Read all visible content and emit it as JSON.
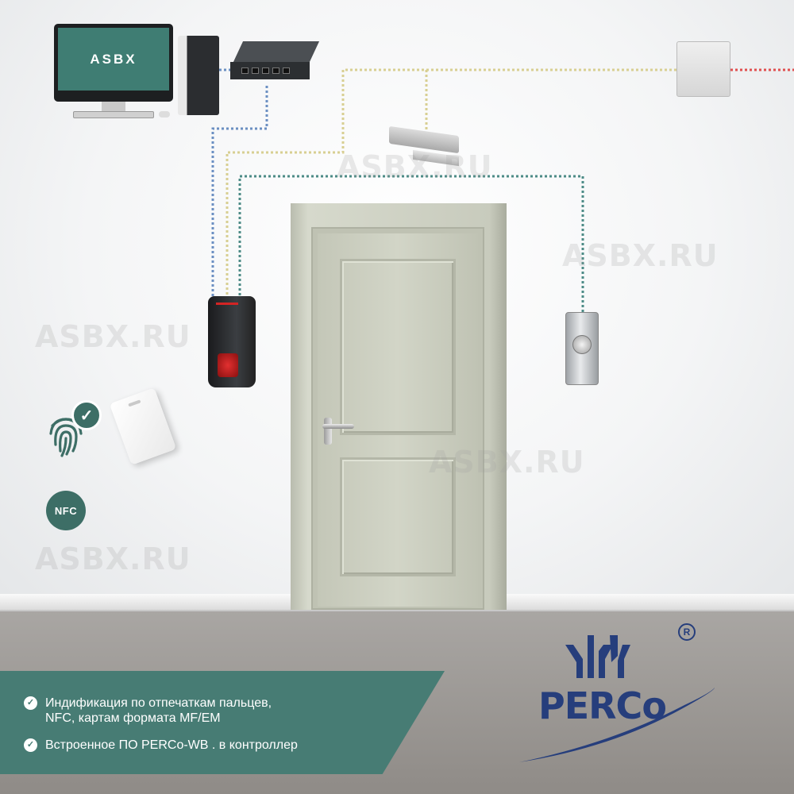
{
  "monitor": {
    "screen_text": "ASBX"
  },
  "watermarks": [
    "ASBX.RU",
    "ASBX.RU",
    "ASBX.RU",
    "ASBX.RU",
    "ASBX.RU"
  ],
  "features": {
    "fingerprint_check": "✓",
    "nfc_label": "NFC"
  },
  "info": {
    "items": [
      {
        "icon": "✓",
        "text": "Индификация по отпечаткам пальцев,\nNFC, картам формата MF/EM"
      },
      {
        "icon": "✓",
        "text": "Встроенное ПО PERCo-WB . в контроллер"
      }
    ]
  },
  "logo": {
    "text": "PERCo",
    "registered": "R"
  },
  "colors": {
    "accent": "#477c74",
    "brand_blue": "#263e7c",
    "cable_blue": "#6b8fc2",
    "cable_yellow": "#d8cf92",
    "cable_teal": "#4c8b86",
    "cable_red": "#e05050"
  }
}
